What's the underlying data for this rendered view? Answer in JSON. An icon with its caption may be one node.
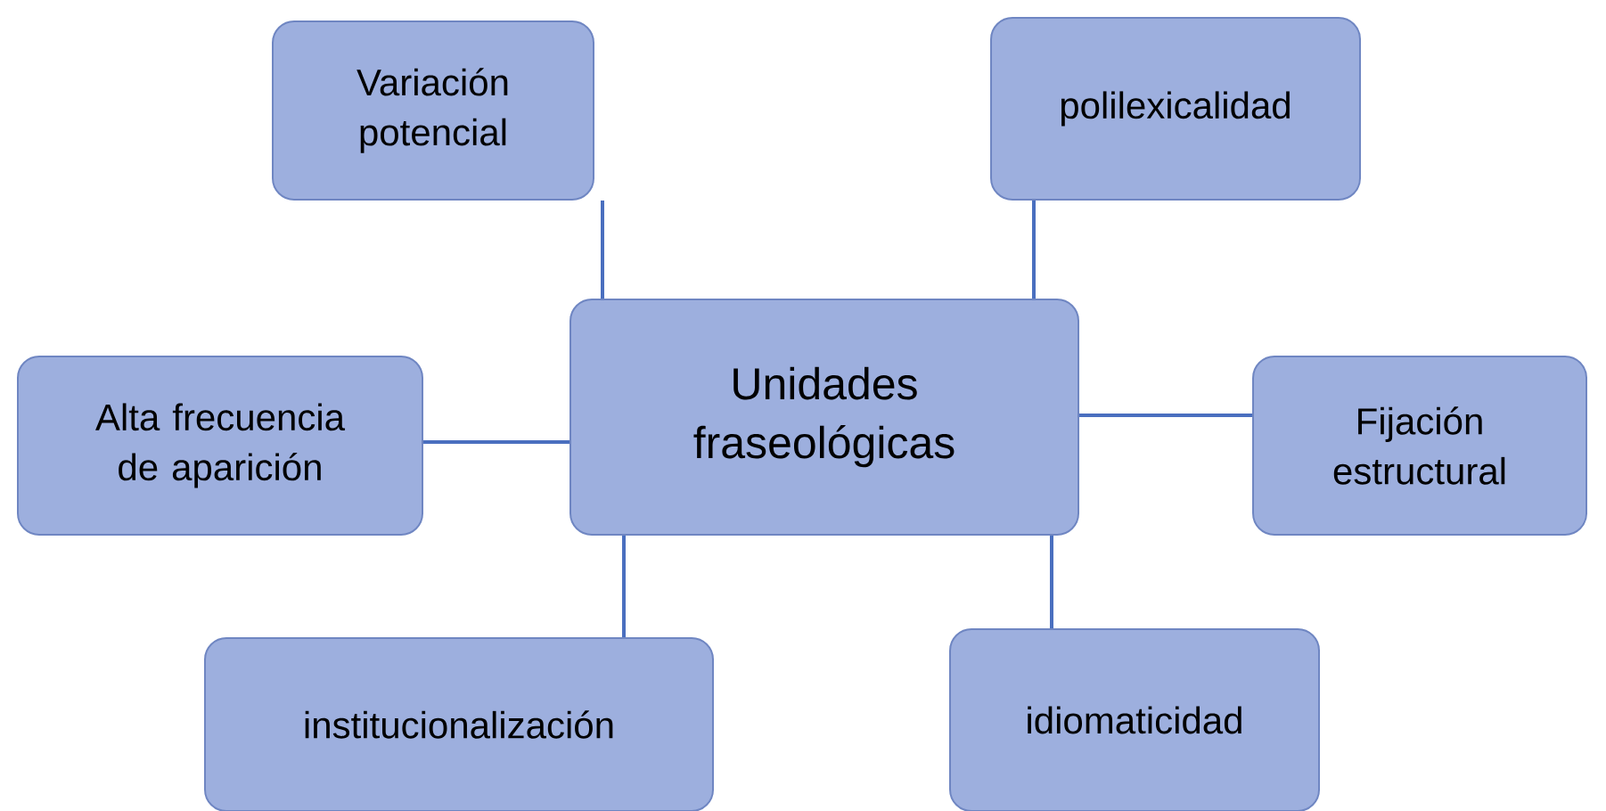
{
  "diagram": {
    "nodes": [
      {
        "text": [
          "Unidades fraseológicas"
        ]
      },
      {
        "text": [
          "Variación potencial"
        ]
      },
      {
        "text": [
          "polilexicalidad"
        ]
      },
      {
        "text": [
          "Alta frecuencia de aparición"
        ]
      },
      {
        "text": [
          "Fijación estructural"
        ]
      },
      {
        "text": [
          "institucionalización"
        ]
      },
      {
        "text": [
          "idiomaticidad"
        ]
      }
    ],
    "edges": [
      {
        "from": 0,
        "to": 1,
        "arrow": "none"
      },
      {
        "from": 0,
        "to": 2,
        "arrow": "none"
      },
      {
        "from": 0,
        "to": 3,
        "arrow": "none"
      },
      {
        "from": 0,
        "to": 4,
        "arrow": "none"
      },
      {
        "from": 0,
        "to": 5,
        "arrow": "none"
      },
      {
        "from": 0,
        "to": 6,
        "arrow": "none"
      }
    ]
  }
}
